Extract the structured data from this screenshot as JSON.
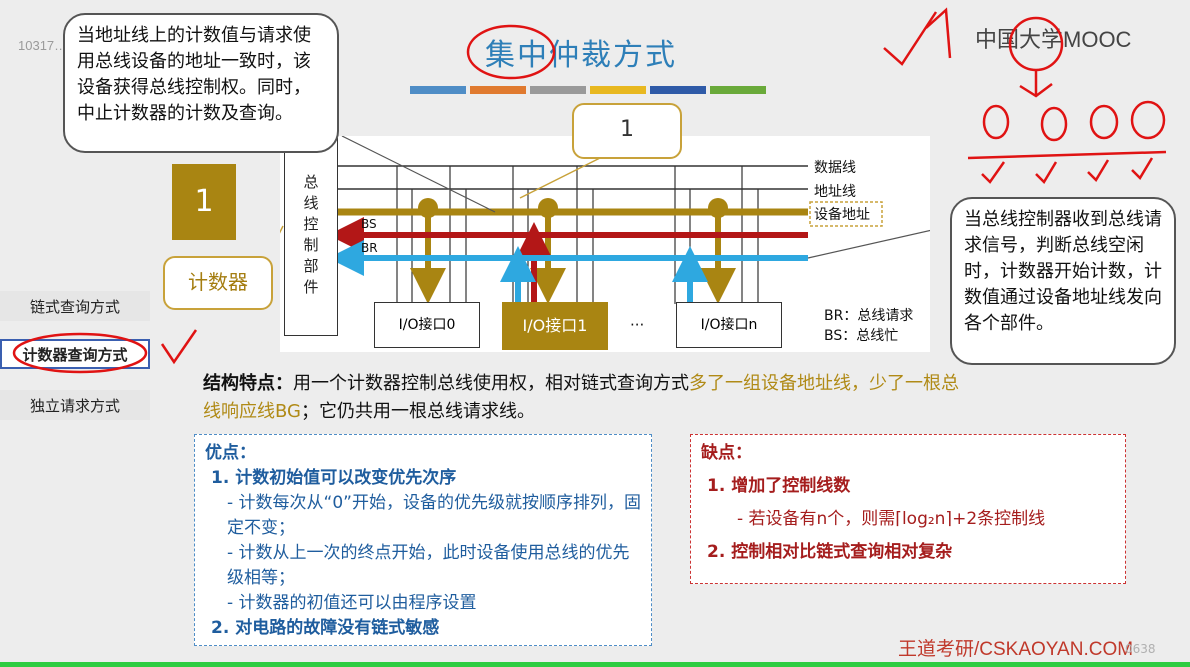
{
  "slide": {
    "title": "集中仲裁方式",
    "colorbar": [
      "#4f8dc6",
      "#e07a2f",
      "#9a9a9a",
      "#e8b820",
      "#2f5ba8",
      "#6aaa3a"
    ],
    "watermark_left": "10317…",
    "mooc_logo": "中国大学MOOC",
    "brand_footer": "王道考研/CSKAOYAN.COM",
    "watermark_right": "0638"
  },
  "bubbles": {
    "top_left": "当地址线上的计数值与请求使用总线设备的地址一致时，该设备获得总线控制权。同时，中止计数器的计数及查询。",
    "right": "当总线控制器收到总线请求信号，判断总线空闲时，计数器开始计数，计数值通过设备地址线发向各个部件。",
    "one_callout": "1",
    "counter_box": "1",
    "counter_label": "计数器"
  },
  "diagram": {
    "controller": "总线控制部件",
    "lines": {
      "data": "数据线",
      "address": "地址线",
      "device_address": "设备地址",
      "bs": "BS",
      "br": "BR"
    },
    "io": [
      "I/O接口0",
      "I/O接口1",
      "···",
      "I/O接口n"
    ],
    "legend": [
      "BR：总线请求",
      "BS：总线忙"
    ]
  },
  "sidebar": {
    "items": [
      {
        "label": "链式查询方式"
      },
      {
        "label": "计数器查询方式"
      },
      {
        "label": "独立请求方式"
      }
    ]
  },
  "structure": {
    "lead": "结构特点：",
    "text1": "用一个计数器控制总线使用权，相对链式查询方式",
    "gold": "多了一组设备地址线，少了一根总线响应线BG",
    "text2": "；它仍共用一根总线请求线。"
  },
  "advantages": {
    "title": "优点：",
    "item1": "1.  计数初始值可以改变优先次序",
    "sub1": "- 计数每次从“0”开始，设备的优先级就按顺序排列，固定不变；",
    "sub2": "- 计数从上一次的终点开始，此时设备使用总线的优先级相等；",
    "sub3": "- 计数器的初值还可以由程序设置",
    "item2": "2.  对电路的故障没有链式敏感"
  },
  "disadvantages": {
    "title": "缺点：",
    "item1": "1.  增加了控制线数",
    "sub1": "- 若设备有n个，则需⌈log₂n⌉+2条控制线",
    "item2": "2.  控制相对比链式查询相对复杂"
  }
}
